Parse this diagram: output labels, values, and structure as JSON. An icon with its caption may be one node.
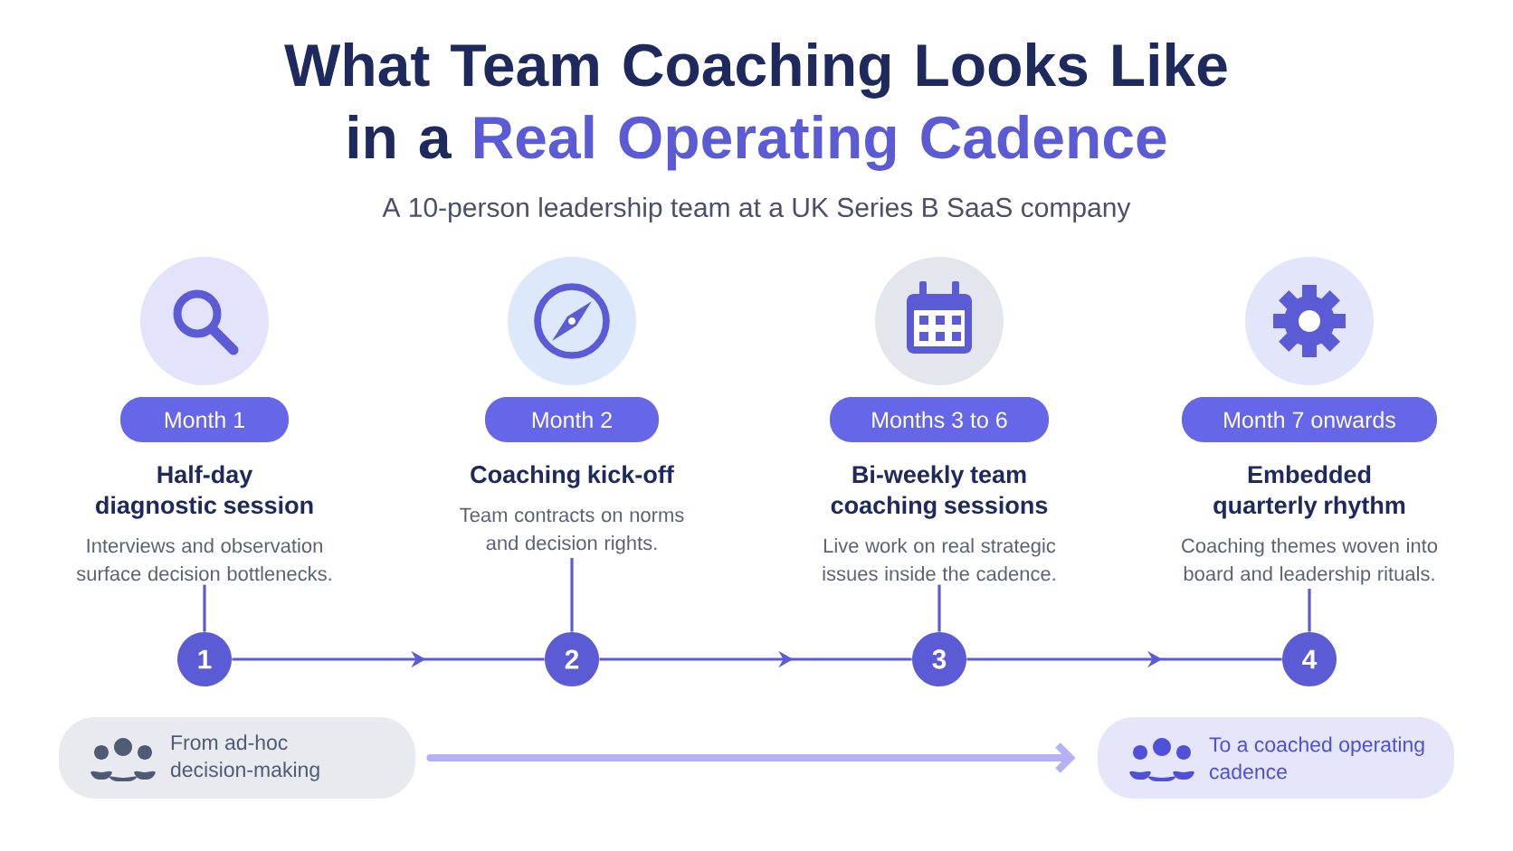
{
  "diagram": {
    "title": "What Team Coaching Looks Like in a **Real Operating Cadence**",
    "nodes": [
      {
        "text": [
          "Month 1"
        ]
      },
      {
        "text": [
          "Half-day diagnostic session",
          "Interviews and observation surface decision bottlenecks."
        ]
      },
      {
        "text": [
          "Month 2"
        ]
      },
      {
        "text": [
          "Coaching kick-off",
          "Team contracts on norms and decision rights."
        ]
      },
      {
        "text": [
          "Months 3 to 6"
        ]
      },
      {
        "text": [
          "Bi-weekly team coaching sessions",
          "Live work on real strategic issues inside the cadence."
        ]
      },
      {
        "text": [
          "Month 7 onwards"
        ]
      },
      {
        "text": [
          "Embedded quarterly rhythm",
          "Coaching themes woven into board and leadership rituals."
        ]
      },
      {
        "text": [
          "1"
        ]
      },
      {
        "text": [
          "2"
        ]
      },
      {
        "text": [
          "3"
        ]
      },
      {
        "text": [
          "4"
        ]
      },
      {
        "text": [
          "From ad-hoc decision-making"
        ]
      },
      {
        "text": [
          "To a coached operating cadence"
        ]
      }
    ],
    "edges": [
      {
        "from": 1,
        "to": 8,
        "arrow": "none"
      },
      {
        "from": 3,
        "to": 9,
        "arrow": "none"
      },
      {
        "from": 5,
        "to": 10,
        "arrow": "none"
      },
      {
        "from": 7,
        "to": 11,
        "arrow": "none"
      },
      {
        "from": 8,
        "to": 9,
        "arrow": "to"
      },
      {
        "from": 9,
        "to": 10,
        "arrow": "to"
      },
      {
        "from": 10,
        "to": 11,
        "arrow": "to"
      },
      {
        "from": 12,
        "to": 13,
        "arrow": "to",
        "style": "thick",
        "color": "#b4b2f4"
      }
    ],
    "labels": [
      "A 10-person leadership team at a UK Series B SaaS company"
    ]
  }
}
